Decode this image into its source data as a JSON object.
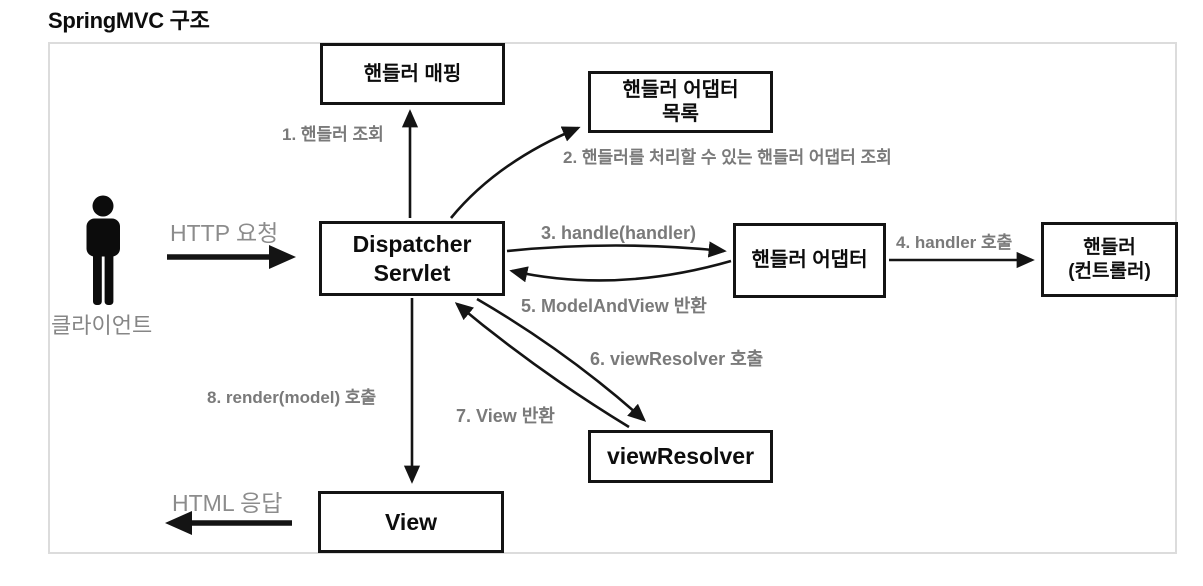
{
  "title": "SpringMVC 구조",
  "colors": {
    "box_border": "#141414",
    "arrow": "#141414",
    "flow_label_gray": "#7a7a7a",
    "io_label_gray": "#8c8c8c",
    "frame_border": "#dcdcdc"
  },
  "client": {
    "label": "클라이언트",
    "icon": "person-icon"
  },
  "nodes": {
    "handler_mapping": {
      "label": "핸들러 매핑"
    },
    "handler_adapter_list": {
      "line1": "핸들러 어댑터",
      "line2": "목록"
    },
    "dispatcher_servlet": {
      "line1": "Dispatcher",
      "line2": "Servlet"
    },
    "handler_adapter": {
      "label": "핸들러 어댑터"
    },
    "handler_controller": {
      "line1": "핸들러",
      "line2": "(컨트롤러)"
    },
    "view_resolver": {
      "label": "viewResolver"
    },
    "view": {
      "label": "View"
    }
  },
  "flow_labels": {
    "step1": "1. 핸들러 조회",
    "step2": "2. 핸들러를 처리할 수 있는 핸들러 어댑터 조회",
    "step3": "3. handle(handler)",
    "step4": "4. handler 호출",
    "step5": "5. ModelAndView 반환",
    "step6": "6. viewResolver 호출",
    "step7": "7. View 반환",
    "step8": "8. render(model) 호출",
    "http_request": "HTTP 요청",
    "html_response": "HTML 응답"
  }
}
